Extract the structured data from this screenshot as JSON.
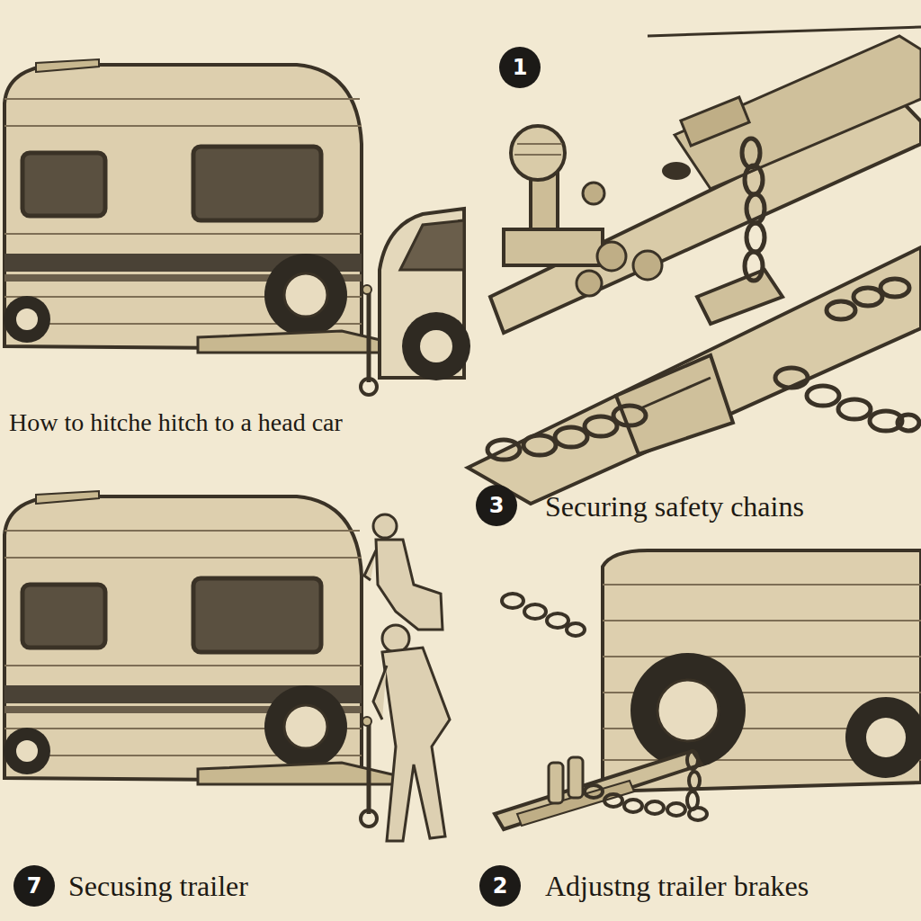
{
  "diagram": {
    "nodes": [
      {
        "text": [
          "1"
        ]
      },
      {
        "text": [
          "3"
        ]
      },
      {
        "text": [
          "7"
        ]
      },
      {
        "text": [
          "2"
        ]
      }
    ],
    "labels": [
      "How to hitche hitch to a head car",
      "Securing safety chains",
      "Secusing trailer",
      "Adjustng trailer brakes"
    ]
  }
}
